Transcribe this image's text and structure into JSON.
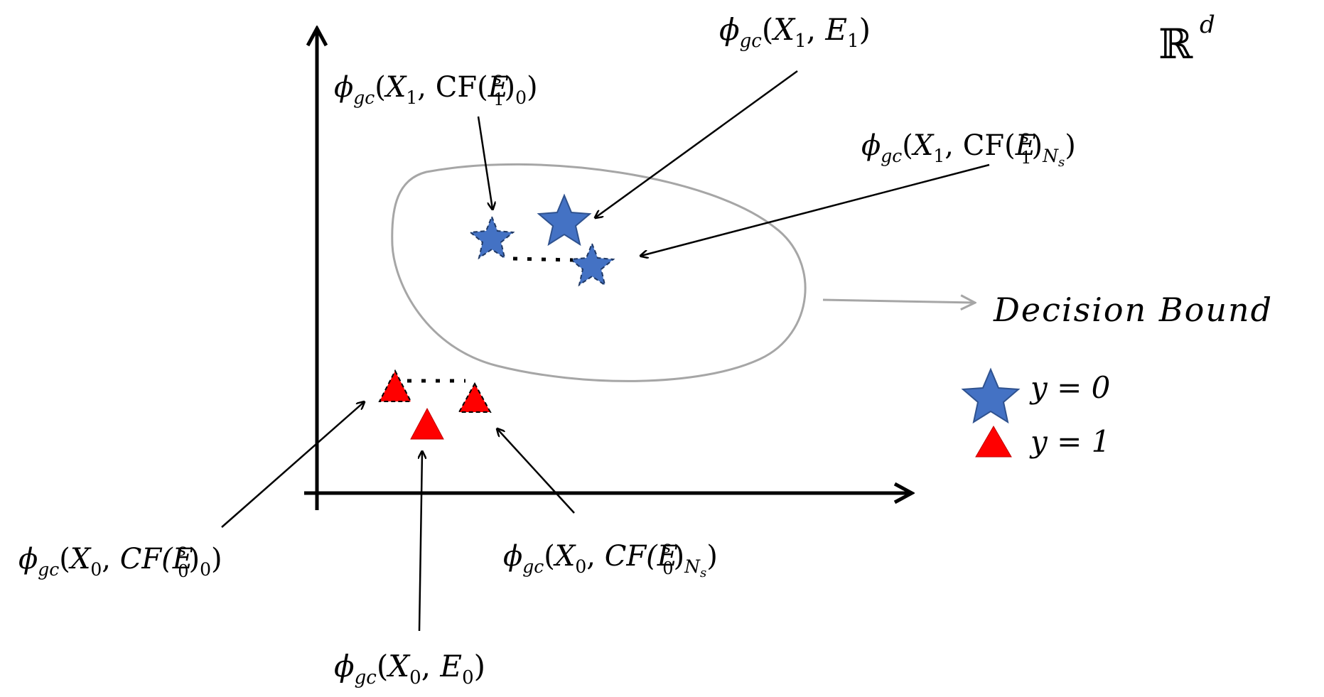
{
  "space": {
    "symbol": "ℝ",
    "exponent": "d"
  },
  "boundary": {
    "label": "Decision Bound",
    "color": "#a6a6a6"
  },
  "colors": {
    "star": "#4472c4",
    "star_stroke": "#2f528f",
    "triangle": "#ff0000",
    "axis": "#000000"
  },
  "legend": [
    {
      "icon": "blue-star-icon",
      "text": "y = 0"
    },
    {
      "icon": "red-triangle-icon",
      "text": "y = 1"
    }
  ],
  "labels": {
    "x1_e1": {
      "phi": "ϕ",
      "sub": "gc",
      "open": "(",
      "a": "X",
      "a_sub": "1",
      "sep": ", ",
      "b": "E",
      "b_sub": "1",
      "close": ")"
    },
    "x1_cf0": {
      "phi": "ϕ",
      "sub": "gc",
      "open": "(",
      "a": "X",
      "a_sub": "1",
      "sep": ", ",
      "cf": "CF(",
      "e": "E",
      "e_sup": "s",
      "e_sub": "1",
      "after": ")",
      "idx": "0",
      "close": ")"
    },
    "x1_cfns": {
      "phi": "ϕ",
      "sub": "gc",
      "open": "(",
      "a": "X",
      "a_sub": "1",
      "sep": ", ",
      "cf": "CF(",
      "e": "E",
      "e_sup": "s",
      "e_sub": "1",
      "after": ")",
      "idx": "N",
      "idx_sub": "s",
      "close": ")"
    },
    "x0_cf0": {
      "phi": "ϕ",
      "sub": "gc",
      "open": "(",
      "a": "X",
      "a_sub": "0",
      "sep": ", ",
      "cf": "CF(",
      "e": "E",
      "e_sup": "s",
      "e_sub": "0",
      "after": ")",
      "idx": "0",
      "close": ")"
    },
    "x0_cfns": {
      "phi": "ϕ",
      "sub": "gc",
      "open": "(",
      "a": "X",
      "a_sub": "0",
      "sep": ", ",
      "cf": "CF(",
      "e": "E",
      "e_sup": "s",
      "e_sub": "0",
      "after": ")",
      "idx": "N",
      "idx_sub": "s",
      "close": ")"
    },
    "x0_e0": {
      "phi": "ϕ",
      "sub": "gc",
      "open": "(",
      "a": "X",
      "a_sub": "0",
      "sep": ", ",
      "b": "E",
      "b_sub": "0",
      "close": ")"
    }
  }
}
